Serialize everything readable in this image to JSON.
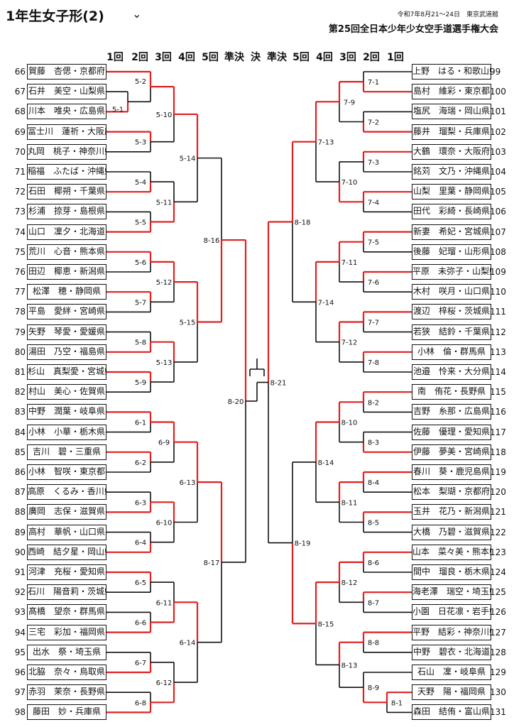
{
  "header": {
    "title": "1年生女子形(2)",
    "date_venue": "令和7年8月21～24日　東京武道館",
    "event_name": "第25回全日本少年少女空手道選手権大会"
  },
  "icons": {
    "title_dropdown": "chevron-down-icon"
  },
  "colors": {
    "winner_line": "#e02020",
    "line": "#111111"
  },
  "rounds_header": [
    "1回",
    "2回",
    "3回",
    "4回",
    "5回",
    "準決",
    "決",
    "準決",
    "5回",
    "4回",
    "3回",
    "2回",
    "1回"
  ],
  "left_players": [
    {
      "no": "66",
      "name": "賀藤　杏偲・京都府"
    },
    {
      "no": "67",
      "name": "石井　美空・山梨県"
    },
    {
      "no": "68",
      "name": "川本　唯央・広島県"
    },
    {
      "no": "69",
      "name": "冨士川　蓮祈・大阪府"
    },
    {
      "no": "70",
      "name": "丸岡　桃子・神奈川県"
    },
    {
      "no": "71",
      "name": "稲福　ふたば・沖縄県"
    },
    {
      "no": "72",
      "name": "石田　椰朔・千葉県"
    },
    {
      "no": "73",
      "name": "杉浦　捺芽・島根県"
    },
    {
      "no": "74",
      "name": "山口　凜夕・北海道"
    },
    {
      "no": "75",
      "name": "荒川　心音・熊本県"
    },
    {
      "no": "76",
      "name": "田辺　椰恵・新潟県"
    },
    {
      "no": "77",
      "name": "松澤　穂・静岡県"
    },
    {
      "no": "78",
      "name": "平島　愛絆・宮崎県"
    },
    {
      "no": "79",
      "name": "矢野　琴愛・愛媛県"
    },
    {
      "no": "80",
      "name": "湯田　乃空・福島県"
    },
    {
      "no": "81",
      "name": "杉山　真梨愛・宮城県"
    },
    {
      "no": "82",
      "name": "村山　美心・佐賀県"
    },
    {
      "no": "83",
      "name": "中野　潤葉・岐阜県"
    },
    {
      "no": "84",
      "name": "小林　小華・栃木県"
    },
    {
      "no": "85",
      "name": "吉川　碧・三重県"
    },
    {
      "no": "86",
      "name": "小林　智咲・東京都"
    },
    {
      "no": "87",
      "name": "高原　くるみ・香川県"
    },
    {
      "no": "88",
      "name": "廣岡　志保・滋賀県"
    },
    {
      "no": "89",
      "name": "高村　華帆・山口県"
    },
    {
      "no": "90",
      "name": "西崎　結夕星・岡山県"
    },
    {
      "no": "91",
      "name": "河津　充桜・愛知県"
    },
    {
      "no": "92",
      "name": "石川　陽音莉・茨城県"
    },
    {
      "no": "93",
      "name": "髙橋　望奈・群馬県"
    },
    {
      "no": "94",
      "name": "三宅　彩加・福岡県"
    },
    {
      "no": "95",
      "name": "出水　祭・埼玉県"
    },
    {
      "no": "96",
      "name": "北脇　奈々・鳥取県"
    },
    {
      "no": "97",
      "name": "赤羽　茉奈・長野県"
    },
    {
      "no": "98",
      "name": "藤田　妙・兵庫県"
    }
  ],
  "right_players": [
    {
      "no": "99",
      "name": "上野　はる・和歌山県"
    },
    {
      "no": "100",
      "name": "島村　維彩・東京都"
    },
    {
      "no": "101",
      "name": "塩尻　海瑞・岡山県"
    },
    {
      "no": "102",
      "name": "藤井　瑠梨・兵庫県"
    },
    {
      "no": "103",
      "name": "大鶴　環奈・大阪府"
    },
    {
      "no": "104",
      "name": "銘苅　文乃・沖縄県"
    },
    {
      "no": "105",
      "name": "山梨　里葉・静岡県"
    },
    {
      "no": "106",
      "name": "田代　彩綺・長崎県"
    },
    {
      "no": "107",
      "name": "新妻　希妃・宮城県"
    },
    {
      "no": "108",
      "name": "後藤　妃瑠・山形県"
    },
    {
      "no": "109",
      "name": "平原　未弥子・山梨県"
    },
    {
      "no": "110",
      "name": "木村　咲月・山口県"
    },
    {
      "no": "111",
      "name": "渡辺　梓桜・茨城県"
    },
    {
      "no": "112",
      "name": "若狭　結鈴・千葉県"
    },
    {
      "no": "113",
      "name": "小林　倫・群馬県"
    },
    {
      "no": "114",
      "name": "池邉　怜来・大分県"
    },
    {
      "no": "115",
      "name": "南　侑花・長野県"
    },
    {
      "no": "116",
      "name": "吉野　糸那・広島県"
    },
    {
      "no": "117",
      "name": "佐藤　優理・愛知県"
    },
    {
      "no": "118",
      "name": "伊藤　夢美・宮崎県"
    },
    {
      "no": "119",
      "name": "春川　葵・鹿児島県"
    },
    {
      "no": "120",
      "name": "松本　梨瑚・京都府"
    },
    {
      "no": "121",
      "name": "玉井　花乃・新潟県"
    },
    {
      "no": "122",
      "name": "大橋　乃碧・滋賀県"
    },
    {
      "no": "123",
      "name": "山本　菜々美・熊本県"
    },
    {
      "no": "124",
      "name": "間中　瑠良・栃木県"
    },
    {
      "no": "125",
      "name": "海老澤　瑞空・埼玉県"
    },
    {
      "no": "126",
      "name": "小園　日花凛・岩手県"
    },
    {
      "no": "127",
      "name": "平野　結彩・神奈川県"
    },
    {
      "no": "128",
      "name": "中野　碧衣・北海道"
    },
    {
      "no": "129",
      "name": "石山　凜・岐阜県"
    },
    {
      "no": "130",
      "name": "天野　陽・福岡県"
    },
    {
      "no": "131",
      "name": "森田　結侑・富山県"
    }
  ],
  "match_labels": {
    "left": [
      "5-1",
      "5-2",
      "5-3",
      "5-4",
      "5-5",
      "5-6",
      "5-7",
      "5-8",
      "5-9",
      "5-10",
      "5-11",
      "5-12",
      "5-13",
      "5-14",
      "5-15",
      "8-16",
      "6-1",
      "6-2",
      "6-3",
      "6-4",
      "6-5",
      "6-6",
      "6-7",
      "6-8",
      "6-9",
      "6-10",
      "6-11",
      "6-12",
      "6-13",
      "6-14",
      "8-17",
      "8-20"
    ],
    "right": [
      "7-1",
      "7-2",
      "7-3",
      "7-4",
      "7-5",
      "7-6",
      "7-7",
      "7-8",
      "7-9",
      "7-10",
      "7-11",
      "7-12",
      "7-13",
      "7-14",
      "8-18",
      "8-1",
      "8-2",
      "8-3",
      "8-4",
      "8-5",
      "8-6",
      "8-7",
      "8-8",
      "8-9",
      "8-10",
      "8-11",
      "8-12",
      "8-13",
      "8-14",
      "8-15",
      "8-19",
      "8-21"
    ]
  }
}
